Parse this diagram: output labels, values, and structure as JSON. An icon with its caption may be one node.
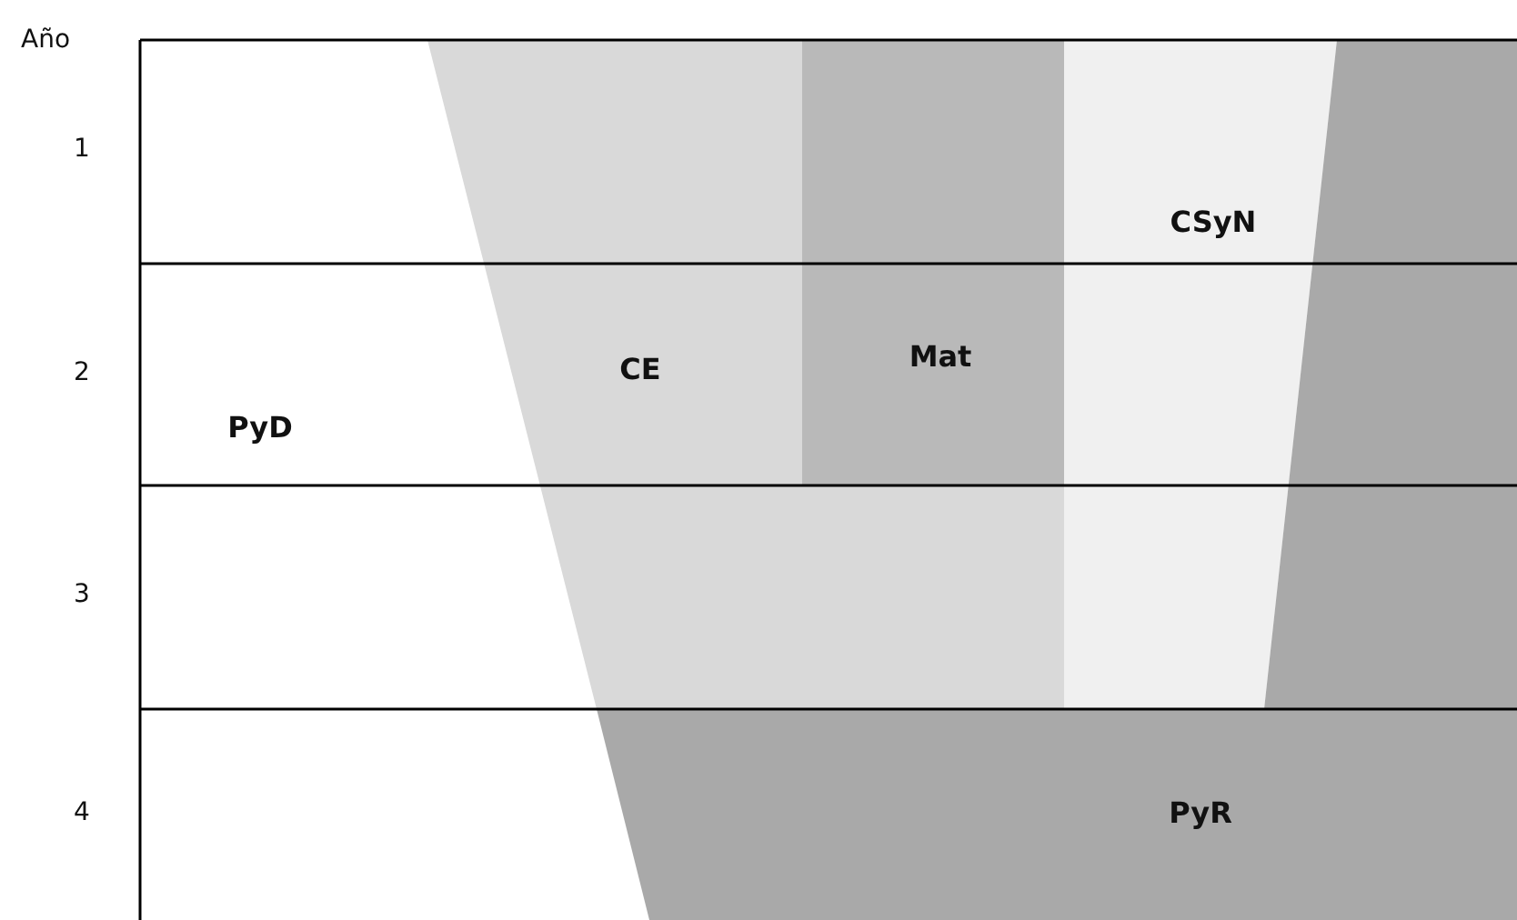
{
  "diagram": {
    "nodes": [
      {
        "text": [
          "PyD"
        ]
      },
      {
        "text": [
          "CE"
        ]
      },
      {
        "text": [
          "Mat"
        ]
      },
      {
        "text": [
          "CSyN"
        ]
      },
      {
        "text": [
          "PyR"
        ]
      }
    ],
    "labels": [
      "Año",
      "1",
      "2",
      "3",
      "4"
    ]
  }
}
